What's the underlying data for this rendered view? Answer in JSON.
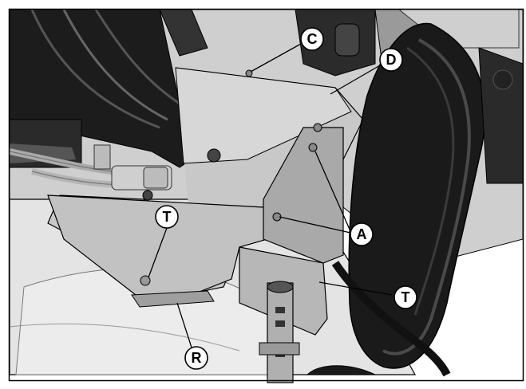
{
  "callouts": {
    "c": "C",
    "d": "D",
    "t_left": "T",
    "t_right": "T",
    "a": "A",
    "r": "R"
  },
  "colors": {
    "background": "#ffffff",
    "metal_light": "#d9d9d9",
    "metal_mid": "#bdbdbd",
    "metal_dark": "#8a8a8a",
    "belt_black": "#161616",
    "outline": "#000000"
  }
}
